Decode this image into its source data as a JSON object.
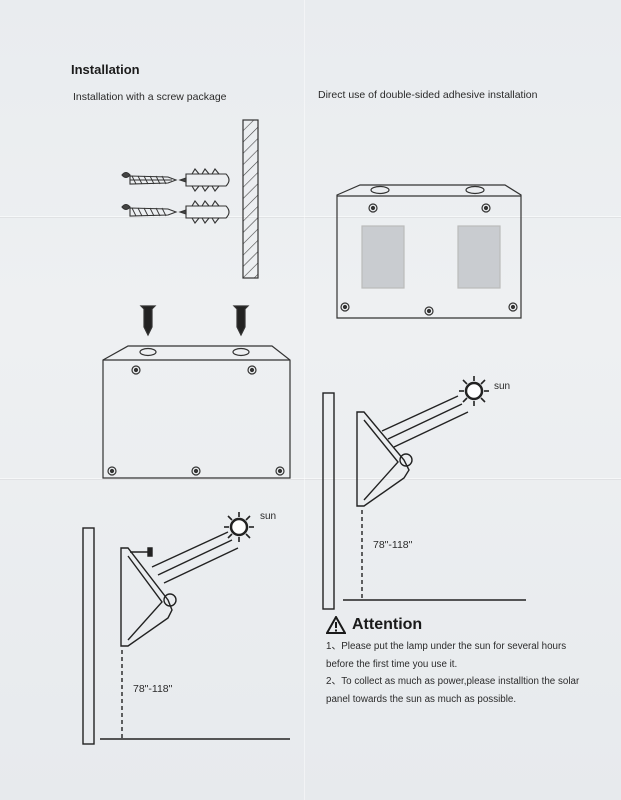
{
  "section": {
    "title": "Installation",
    "left_heading": "Installation with a screw package",
    "right_heading": "Direct use of double-sided adhesive installation"
  },
  "diagram_labels": {
    "sun_left": "sun",
    "sun_right": "sun",
    "height_left": "78\"-118\"",
    "height_right": "78\"-118\""
  },
  "attention": {
    "title": "Attention",
    "note_1": "1、Please put the lamp under the sun for several hours before the first time you use it.",
    "note_2": "2、To collect as much as power,please installtion the solar panel towards the sun as much as possible."
  }
}
